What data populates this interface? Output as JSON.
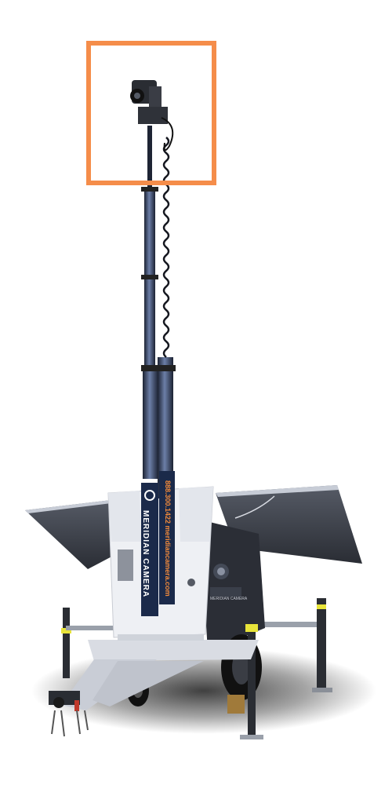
{
  "brand": {
    "name": "MERIDIAN CAMERA",
    "phone_and_site": "888.300.1422 meridiancamera.com",
    "side_logo": "MERIDIAN CAMERA"
  },
  "colors": {
    "highlight": "#f58d4a",
    "mast": "#2b3a55",
    "body": "#eef0f4",
    "panel": "#3b3f48",
    "accent": "#f28a3a",
    "warning": "#e8e43a"
  },
  "icons": {
    "logo": "meridian-eye-icon"
  }
}
